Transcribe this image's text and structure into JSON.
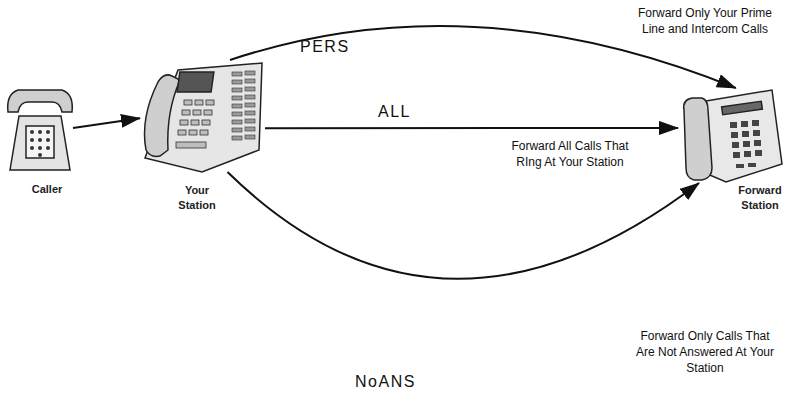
{
  "diagram": {
    "nodes": [
      {
        "text": [
          "Caller"
        ]
      },
      {
        "text": [
          "Your Station"
        ]
      },
      {
        "text": [
          "Forward Station"
        ]
      }
    ],
    "edges": [
      {
        "from": 0,
        "to": 1,
        "arrow": "to"
      },
      {
        "from": 1,
        "to": 2,
        "label": "PERS",
        "arrow": "to"
      },
      {
        "from": 1,
        "to": 2,
        "label": "ALL",
        "arrow": "to"
      },
      {
        "from": 1,
        "to": 2,
        "label": "NoANS",
        "arrow": "to"
      }
    ],
    "labels": [
      "Forward Only Your Prime Line and Intercom Calls",
      "Forward All Calls That RIng At Your Station",
      "Forward Only Calls That Are Not Answered At Your Station"
    ]
  }
}
